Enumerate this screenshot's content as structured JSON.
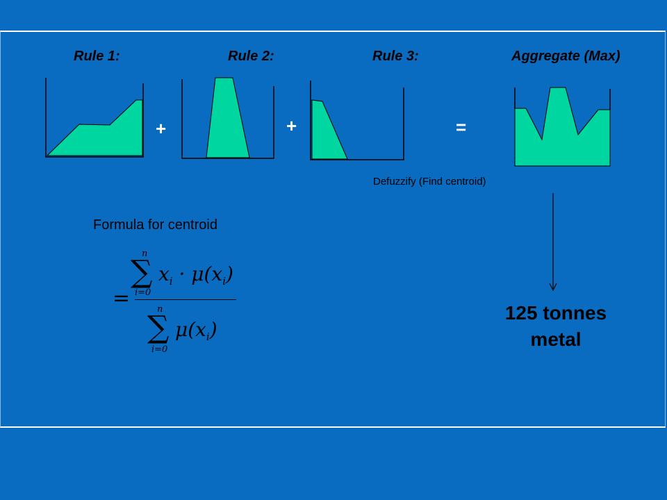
{
  "rules": [
    {
      "label": "Rule 1:"
    },
    {
      "label": "Rule 2:"
    },
    {
      "label": "Rule 3:"
    },
    {
      "label": "Aggregate (Max)"
    }
  ],
  "operators": {
    "plus1": "+",
    "plus2": "+",
    "equals": "="
  },
  "defuzzify_label": "Defuzzify (Find centroid)",
  "centroid_label": "Formula for centroid",
  "result": {
    "line1": "125 tonnes",
    "line2": "metal"
  },
  "formula": {
    "equals": "=",
    "upper_limit": "n",
    "lower_limit": "i=0",
    "numerator": "x_i · μ(x_i)",
    "denominator": "μ(x_i)"
  },
  "colors": {
    "background": "#0a6cc0",
    "fill": "#00d6a0",
    "text": "#000000",
    "operator": "#ffffff"
  }
}
